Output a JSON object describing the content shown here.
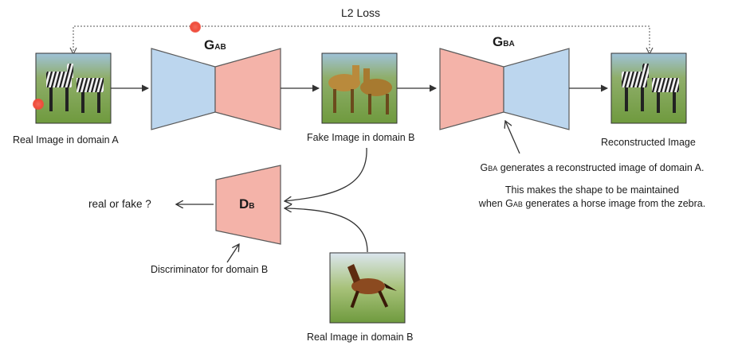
{
  "loss_label": "L2 Loss",
  "generators": {
    "gab": {
      "main": "G",
      "sub": "AB"
    },
    "gba": {
      "main": "G",
      "sub": "BA"
    },
    "db": {
      "main": "D",
      "sub": "B"
    }
  },
  "labels": {
    "real_a": "Real Image in domain A",
    "fake_b": "Fake Image in domain B",
    "reconstructed": "Reconstructed Image",
    "real_b": "Real Image in domain B",
    "real_or_fake": "real or fake ?",
    "discriminator": "Discriminator for domain B"
  },
  "notes": {
    "line1_prefix": "G",
    "line1_sub": "BA",
    "line1_rest": " generates a reconstructed image of domain A.",
    "line2": "This makes the shape to be maintained",
    "line3_prefix": "when G",
    "line3_sub": "AB",
    "line3_rest": " generates a horse image from the zebra."
  },
  "images": {
    "real_a": "zebra-image",
    "fake_b": "horse-image",
    "reconstructed": "zebra-image",
    "real_b": "horse-image"
  },
  "colors": {
    "encoder_blue": "#bcd6ee",
    "decoder_pink": "#f4b3a9",
    "stroke": "#5a5a5a"
  }
}
